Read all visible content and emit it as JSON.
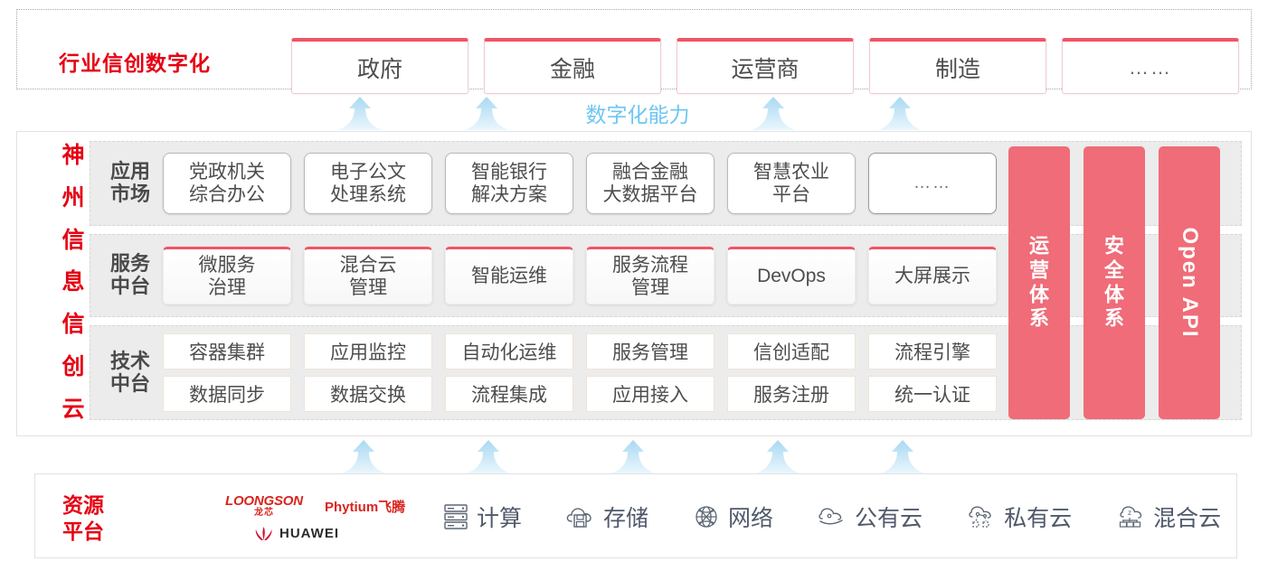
{
  "industry": {
    "title": "行业信创数字化",
    "boxes": [
      {
        "label": "政府"
      },
      {
        "label": "金融"
      },
      {
        "label": "运营商"
      },
      {
        "label": "制造"
      },
      {
        "label": "……"
      }
    ]
  },
  "capability_label": "数字化能力",
  "cloud": {
    "vertical_title": [
      "神",
      "州",
      "信",
      "息",
      "信",
      "创",
      "云"
    ],
    "rows": [
      {
        "label": "应用\n市场",
        "label_line1": "应用",
        "label_line2": "市场",
        "cells": [
          {
            "line1": "党政机关",
            "line2": "综合办公"
          },
          {
            "line1": "电子公文",
            "line2": "处理系统"
          },
          {
            "line1": "智能银行",
            "line2": "解决方案"
          },
          {
            "line1": "融合金融",
            "line2": "大数据平台"
          },
          {
            "line1": "智慧农业",
            "line2": "平台"
          },
          {
            "line1": "……",
            "line2": ""
          }
        ]
      },
      {
        "label_line1": "服务",
        "label_line2": "中台",
        "cells": [
          {
            "line1": "微服务",
            "line2": "治理"
          },
          {
            "line1": "混合云",
            "line2": "管理"
          },
          {
            "line1": "智能运维",
            "line2": ""
          },
          {
            "line1": "服务流程",
            "line2": "管理"
          },
          {
            "line1": "DevOps",
            "line2": ""
          },
          {
            "line1": "大屏展示",
            "line2": ""
          }
        ]
      },
      {
        "label_line1": "技术",
        "label_line2": "中台",
        "top_cells": [
          "容器集群",
          "应用监控",
          "自动化运维",
          "服务管理",
          "信创适配",
          "流程引擎"
        ],
        "bottom_cells": [
          "数据同步",
          "数据交换",
          "流程集成",
          "应用接入",
          "服务注册",
          "统一认证"
        ]
      }
    ],
    "side_bars": [
      {
        "label": "运营体系",
        "rotated": false
      },
      {
        "label": "安全体系",
        "rotated": false
      },
      {
        "label": "Open API",
        "rotated": true
      }
    ]
  },
  "resource": {
    "title_line1": "资源",
    "title_line2": "平台",
    "logos": [
      {
        "name": "LOONGSON",
        "sub": "龙芯"
      },
      {
        "name": "Phytium飞腾"
      },
      {
        "name": "HUAWEI"
      }
    ],
    "items": [
      {
        "label": "计算",
        "icon": "server-rack-icon"
      },
      {
        "label": "存储",
        "icon": "cloud-storage-icon"
      },
      {
        "label": "网络",
        "icon": "network-globe-icon"
      },
      {
        "label": "公有云",
        "icon": "public-cloud-icon"
      },
      {
        "label": "私有云",
        "icon": "private-cloud-icon"
      },
      {
        "label": "混合云",
        "icon": "hybrid-cloud-icon"
      }
    ]
  },
  "colors": {
    "brand_red": "#e60012",
    "accent_pink": "#ef5566",
    "bar_pink": "#ef6c78",
    "arrow_blue": "#bfe2f7",
    "capability_blue": "#6ec6f2",
    "band_gray": "#ececec"
  }
}
